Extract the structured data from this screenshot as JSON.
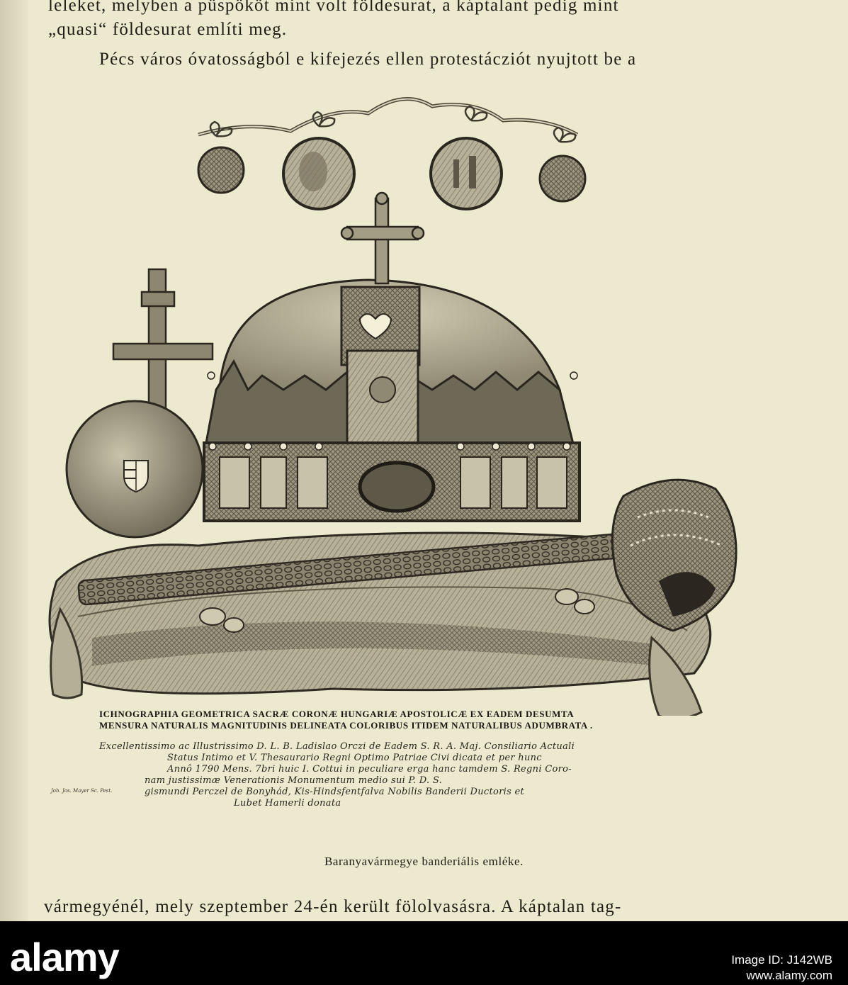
{
  "book_page": {
    "top_lines": [
      "leleket, melyben a püspököt mint volt földesurat, a káptalant pedig mint",
      "„quasi“ földesurat említi meg.",
      "Pécs város óvatosságból e kifejezés ellen protestácziót nyujtott be a"
    ],
    "last_line": "vármegyénél, mely szeptember 24-én került fölolvasásra. A káptalan tag-"
  },
  "engraving": {
    "title_lines": [
      "ICHNOGRAPHIA GEOMETRICA SACRÆ CORONÆ HUNGARIÆ APOSTOLICÆ EX EADEM DESUMTA",
      "MENSURA NATURALIS MAGNITUDINIS DELINEATA COLORIBUS ITIDEM NATURALIBUS ADUMBRATA ."
    ],
    "dedication_lines": [
      "Excellentissimo ac Illustrissimo D. L. B. Ladislao Orczi de Eadem S. R. A. Maj. Consiliario Actuali",
      "Status Intimo et V. Thesaurario Regni Optimo Patriae Civi dicata et per hunc",
      "Annô 1790 Mens. 7bri huic I. Cottui in peculiare erga hanc tamdem S. Regni Coro-",
      "nam justissimæ Venerationis Monumentum medio sui P. D. S.",
      "gismundi Perczel de Bonyhád, Kis-Hindsfentfalva Nobilis Banderii Ductoris et",
      "Lubet Hamerli donata"
    ],
    "engraver": "Joh. Jos. Mayer Sc. Pest."
  },
  "figure_caption": "Baranyavármegye banderiális emléke.",
  "watermark": {
    "logo": "alamy",
    "image_id_label": "Image ID: J142WB",
    "site": "www.alamy.com"
  },
  "colors": {
    "paper": "#ede9cf",
    "ink": "#1f1c16",
    "watermark_band": "#000000"
  }
}
